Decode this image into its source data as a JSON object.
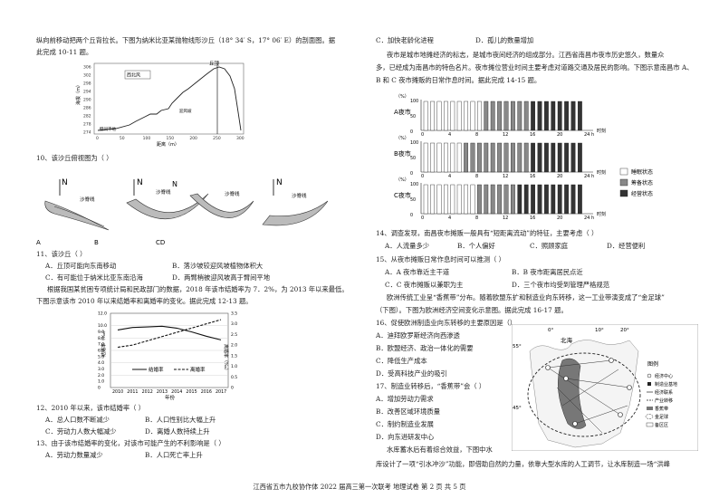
{
  "left": {
    "intro1": "纵向前移动把两个丘背拉长。下图为纳米比亚某抛物线形沙丘（18° 34′ S，17° 06′ E）的剖面图。据",
    "intro2": "此完成 10-11 题。",
    "dune_chart": {
      "label_wind": "西北风",
      "label_crest": "丘顶",
      "label_plain": "壁间平地",
      "label_slope": "迎风坡",
      "ylabel": "海拔（m）",
      "xlabel": "距离（m）",
      "yticks": [
        "306",
        "302",
        "298",
        "294",
        "290",
        "286",
        "282",
        "278",
        "274"
      ],
      "xticks": [
        "0",
        "50",
        "100",
        "150",
        "200",
        "250",
        "300"
      ]
    },
    "q10": "10、该沙丘俯视图为（    ）",
    "q10_shapes": {
      "ridge": "沙脊线",
      "north": "N",
      "labels": [
        "A",
        "B",
        "CD"
      ]
    },
    "q11": "11、该沙丘（    ）",
    "q11_opts": [
      "A．丘顶可能向东南移动",
      "B．落沙坡较迎风坡植物体积大",
      "C．有可能位于纳米比亚东南沿海",
      "D．两臂梢被迎风坡高于臂间平地"
    ],
    "intro12a": "根据我国某贫困专项统计局和民政部门的数据，2018 年该市结婚率为 7．2%，为 2013 年以来最低。",
    "intro12b": "下图示意该市 2010 年以来结婚率和离婚率的变化。据此完成 12-13 题。",
    "marriage_chart": {
      "ylabel_left": "结婚率（‰）",
      "ylabel_right": "离婚率（‰）",
      "legend_marriage": "结婚率",
      "legend_divorce": "离婚率",
      "xlabel": "年份",
      "left_ticks": [
        "0",
        "1.0",
        "2.0",
        "3.0",
        "4.0",
        "5.0",
        "6.0",
        "7.0",
        "8.0",
        "9.0",
        "10.0",
        "12.0"
      ],
      "right_ticks": [
        "0",
        "0.5",
        "1.0",
        "1.5",
        "2.0",
        "2.5",
        "3.0",
        "3.5"
      ],
      "years": [
        "2010",
        "2011",
        "2012",
        "2013",
        "2014",
        "2015",
        "2016",
        "2017"
      ],
      "marriage_rate": [
        9.3,
        9.7,
        9.8,
        9.9,
        9.6,
        9.0,
        8.3,
        7.7
      ],
      "divorce_rate": [
        1.9,
        2.0,
        2.2,
        2.4,
        2.6,
        2.8,
        3.0,
        3.2
      ]
    },
    "q12": "12、2010 年以来，该市结婚率（    ）",
    "q12_opts": [
      "A．总人口数不断减少",
      "B．人口性别比大幅上升",
      "C．劳动力人数大幅减少",
      "D．离婚人数持续上升"
    ],
    "q13": "13、由于该市结婚率的变化，对该市可能产生的不利影响是（    ）",
    "q13_opts": [
      "A．劳动力数量减少",
      "B．人口死亡率上升"
    ]
  },
  "right": {
    "q13_opts_cd": [
      "C．加快老龄化进程",
      "D．孤儿的数量增加"
    ],
    "intro14a": "夜市是城市地摊经济的标志，是城市夜间经济的组成部分。江西省南昌市夜市历史悠久，数量众",
    "intro14b": "多，已经成为南昌市的特色名片。夜市摊位营业时间主要考虑对道路交通及居民的影响。下图示意南昌市 A、",
    "intro14c": "B 和 C 夜市摊贩的日常作息时间。据此完成 14-15 题。",
    "market_chart": {
      "ylabel": "（%）",
      "xlabel": "时刻",
      "markets": [
        "A夜市",
        "B夜市",
        "C夜市"
      ],
      "yticks": [
        "100",
        "50",
        "0"
      ],
      "xticks": [
        "0",
        "4",
        "8",
        "12",
        "16",
        "20",
        "24 h"
      ],
      "legend": [
        "睡眠状态",
        "筹备状态",
        "经营状态"
      ]
    },
    "q14": "14、调查发现，南昌夜市摊贩一般具有“短距离流动”的特征，主要考虑（    ）",
    "q14_opts": [
      "A．人流量多少",
      "B．个人偏好",
      "C．照顾家庭",
      "D．经营便利"
    ],
    "q15": "15、从夜市摊贩日常作息时间可以推测（    ）",
    "q15_opts": [
      "A．A 夜市靠近主干道",
      "B．B 夜市距离居民点近",
      "C．C 夜市摊贩以兼职为主",
      "D．三个夜市均受到管理严格规范"
    ],
    "intro16a": "欧洲传统工业呈“香蕉带”分布。随着欧盟东扩和制造业向东转移，这一工业带演变成了“金足球”",
    "intro16b": "（下图）。下图为欧洲经济空间变化示意图。据此完成 16-17 题。",
    "q16": "16、促使欧洲制造业向东转移的主要原因是（）",
    "q16_opts": [
      "A．迪拜欧罗斯经济向西渗透",
      "B．欧盟经济、政治一体化的需要",
      "C．降低生产成本",
      "D．受高科技产业的吸引"
    ],
    "q17": "17、制造业转移后，“香蕉带”会（    ）",
    "q17_opts": [
      "A．增加劳动力需求",
      "B．改善区域环境质量",
      "C．制约制造业发展",
      "D．向东进研发中心"
    ],
    "intro18a": "水库蓄水后有着综合效益，下图中水",
    "intro18b": "库设计了一项“引水冲沙”功能，即借助自然的力量，依靠大型水库的人工调节，让水库制造一场“洪峰",
    "map": {
      "lat_labels": [
        "55°",
        "45°"
      ],
      "lon_labels": [
        "0°",
        "10°",
        "20°"
      ],
      "sea": "北海",
      "legend_title": "图例",
      "legend": [
        "经济中心",
        "制造业基地",
        "经济联系",
        "产业转移",
        "香蕉带",
        "金足球",
        "备区区"
      ]
    }
  },
  "footer": "江西省五市九校协作体 2022 届高三第一次联考  地理试卷  第 2 页  共 5 页"
}
